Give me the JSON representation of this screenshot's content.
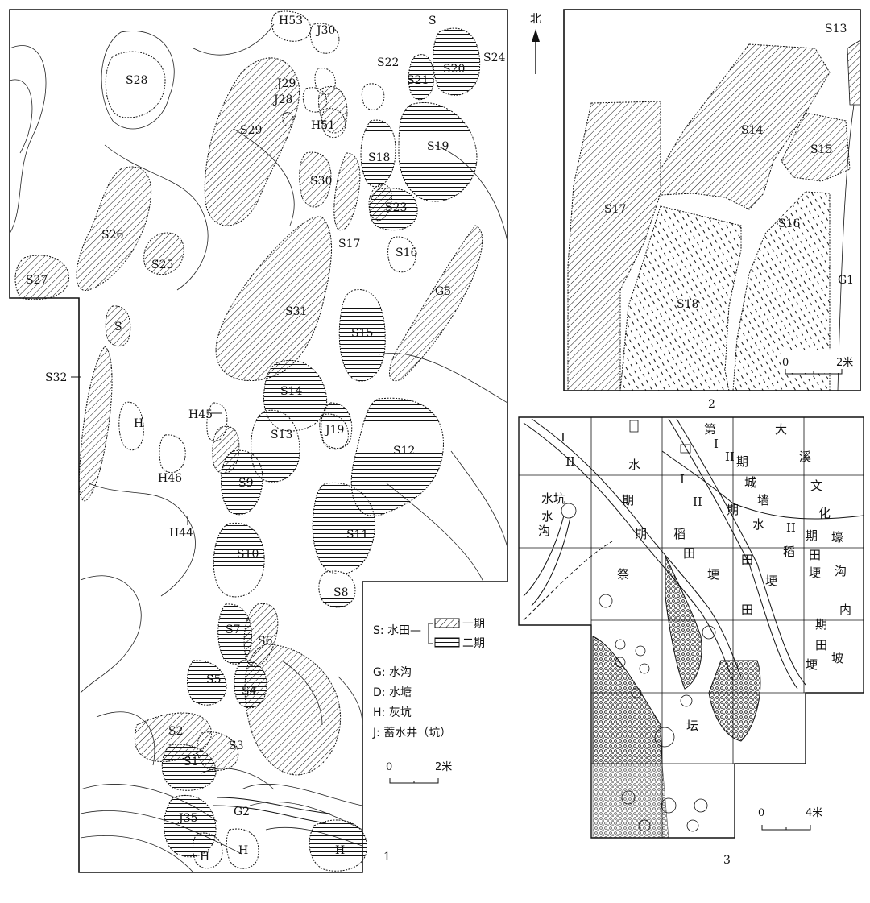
{
  "north": {
    "label": "北"
  },
  "figure1": {
    "number": "1",
    "labels": {
      "H53": "H53",
      "J30": "J30",
      "S_top": "S",
      "S22": "S22",
      "S21": "S21",
      "S20": "S20",
      "S24": "S24",
      "S28": "S28",
      "J29": "J29",
      "J28": "J28",
      "H51": "H51",
      "S29": "S29",
      "S18": "S18",
      "S19": "S19",
      "S30": "S30",
      "S23": "S23",
      "S26": "S26",
      "S25": "S25",
      "S17": "S17",
      "S16": "S16",
      "S27": "S27",
      "G5": "G5",
      "S31": "S31",
      "S_left": "S",
      "S15": "S15",
      "S32": "S32",
      "S14": "S14",
      "H45": "H45",
      "H_mid": "H",
      "J19": "J19",
      "S13": "S13",
      "S12": "S12",
      "H46": "H46",
      "S9": "S9",
      "H44": "H44",
      "S11": "S11",
      "S10": "S10",
      "S8": "S8",
      "S7": "S7",
      "S6": "S6",
      "S5": "S5",
      "S4": "S4",
      "S2": "S2",
      "S3": "S3",
      "S1": "S1",
      "J35": "J35",
      "G2": "G2",
      "H_a": "H",
      "H_b": "H",
      "H_c": "H"
    },
    "legend": {
      "s_label": "S: 水田—",
      "phase1": "一期",
      "phase2": "二期",
      "g": "G: 水沟",
      "d": "D: 水塘",
      "h": "H: 灰坑",
      "j": "J: 蓄水井（坑）"
    },
    "scale": {
      "zero": "0",
      "end": "2米"
    }
  },
  "figure2": {
    "number": "2",
    "labels": {
      "S13": "S13",
      "S14": "S14",
      "S15": "S15",
      "S17": "S17",
      "S16": "S16",
      "S18": "S18",
      "G1": "G1"
    },
    "scale": {
      "zero": "0",
      "end": "2米"
    }
  },
  "figure3": {
    "number": "3",
    "labels": {
      "first": "第",
      "I_a": "I",
      "II_a": "II",
      "period": "期",
      "city": "城",
      "wall": "墙",
      "da": "大",
      "xi": "溪",
      "wen": "文",
      "hua": "化",
      "hao": "壕",
      "gou": "沟",
      "nei": "内",
      "I_top": "I",
      "II_top": "II",
      "shui_top": "水",
      "qi_top": "期",
      "shuikeng": "水坑",
      "shui_l": "水",
      "gou_l": "沟",
      "qi_l": "期",
      "I_mid": "I",
      "II_mid": "II",
      "dao_c": "稻",
      "tian_c": "田",
      "geng_c": "埂",
      "qi_c": "期",
      "shui_c": "水",
      "tian_r1": "田",
      "dao_r": "稻",
      "geng_r": "埂",
      "tian_r2": "田",
      "II_r": "II",
      "qi_r": "期",
      "tian_r3": "田",
      "geng_r2": "埂",
      "qi_r2": "期",
      "tian_r4": "田",
      "po": "坡",
      "geng_r3": "埂",
      "ji": "祭",
      "tan": "坛"
    },
    "scale": {
      "zero": "0",
      "end": "4米"
    }
  }
}
